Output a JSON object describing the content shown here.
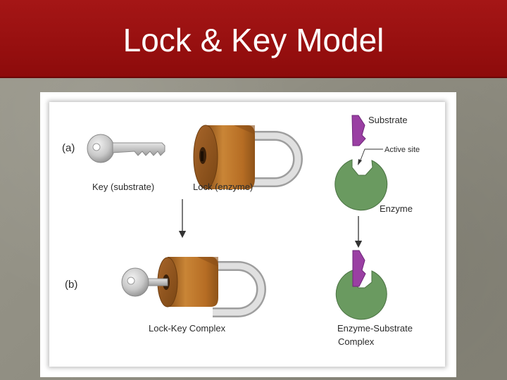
{
  "slide": {
    "title": "Lock & Key Model"
  },
  "diagram": {
    "row_a_label": "(a)",
    "row_b_label": "(b)",
    "key_label": "Key (substrate)",
    "lock_label": "Lock (enzyme)",
    "lock_key_complex_label": "Lock-Key Complex",
    "substrate_label": "Substrate",
    "active_site_label": "Active site",
    "enzyme_label": "Enzyme",
    "es_complex_line1": "Enzyme-Substrate",
    "es_complex_line2": "Complex"
  },
  "colors": {
    "title_bar": "#9a0f0f",
    "lock_body": "#c07a30",
    "shackle": "#c9c9c9",
    "key": "#c4c4c4",
    "enzyme": "#6a9a60",
    "substrate": "#9a3fa3"
  }
}
